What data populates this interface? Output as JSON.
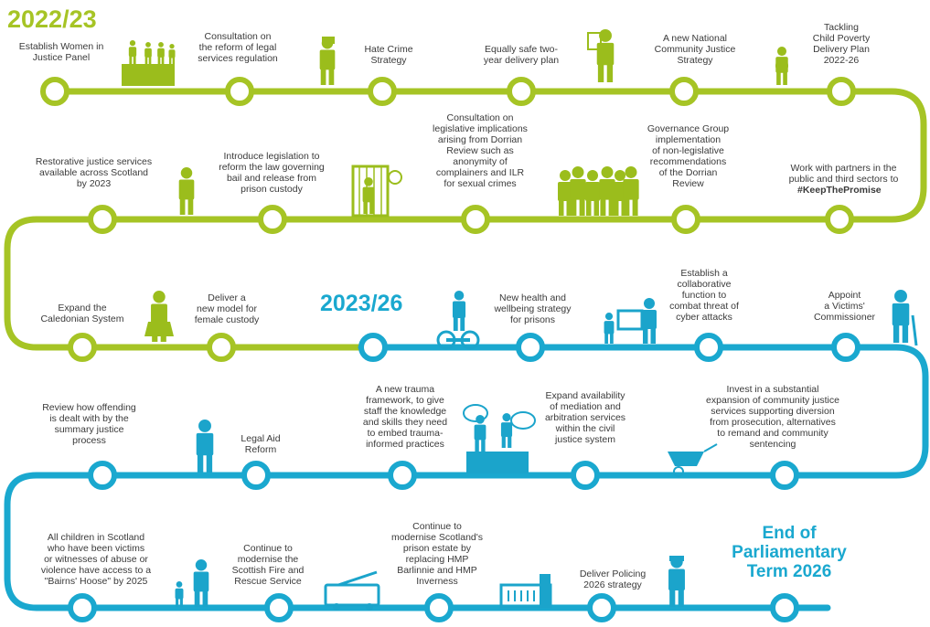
{
  "colors": {
    "green": "#a6c425",
    "blue": "#1aa8cf",
    "icon_green": "#9bbd1c",
    "icon_blue": "#1ba4cb",
    "text": "#3a3a3a",
    "white": "#ffffff"
  },
  "periods": {
    "p1": "2022/23",
    "p2": "2023/26",
    "end": "End of\nParliamentary\nTerm 2026"
  },
  "rows": {
    "r1": [
      "Establish Women in\nJustice Panel",
      "Consultation on\nthe reform of legal\nservices regulation",
      "Hate Crime\nStrategy",
      "Equally safe two-\nyear delivery plan",
      "A new National\nCommunity Justice\nStrategy",
      "Tackling\nChild Poverty\nDelivery Plan\n2022-26"
    ],
    "r2": [
      "Restorative justice services\navailable across Scotland\nby 2023",
      "Introduce legislation to\nreform the law governing\nbail and release from\nprison custody",
      "Consultation on\nlegislative implications\narising from Dorrian\nReview such as\nanonymity of\ncomplainers and ILR\nfor sexual crimes",
      "Governance Group\nimplementation\nof non-legislative\nrecommendations\nof the Dorrian\nReview",
      "Work with partners in the\npublic and third sectors to"
    ],
    "r2_hashtag": "#KeepThePromise",
    "r3": [
      "Expand the\nCaledonian System",
      "Deliver a\nnew model for\nfemale custody",
      "New health and\nwellbeing strategy\nfor prisons",
      "Establish a\ncollaborative\nfunction to\ncombat threat of\ncyber attacks",
      "Appoint\na Victims'\nCommissioner"
    ],
    "r4": [
      "Review how offending\nis dealt with by the\nsummary justice\nprocess",
      "Legal Aid\nReform",
      "A new trauma\nframework, to give\nstaff the knowledge\nand skills they need\nto embed trauma-\ninformed practices",
      "Expand availability\nof mediation and\narbitration services\nwithin the civil\njustice system",
      "Invest in a substantial\nexpansion of community justice\nservices supporting diversion\nfrom prosecution, alternatives\nto remand and community\nsentencing"
    ],
    "r5": [
      "All children in Scotland\nwho have been victims\nor witnesses of abuse or\nviolence have access to a\n\"Bairns' Hoose\" by 2025",
      "Continue to\nmodernise the\nScottish Fire and\nRescue Service",
      "Continue to\nmodernise Scotland's\nprison estate by\nreplacing HMP\nBarlinnie and HMP\nInverness",
      "Deliver Policing\n2026 strategy"
    ]
  },
  "icons": [
    "panel-group-icon",
    "megaphone-person-icon",
    "clipboard-person-icon",
    "mother-child-icon",
    "police-officer-icon",
    "prison-door-icon",
    "people-group-icon",
    "woman-icon",
    "exercise-bike-icon",
    "computer-workers-icon",
    "person-crutch-icon",
    "person-standing-icon",
    "conversation-desk-icon",
    "wheelbarrow-icon",
    "adult-child-icon",
    "fire-engine-icon",
    "prison-building-icon",
    "police-constable-icon"
  ]
}
